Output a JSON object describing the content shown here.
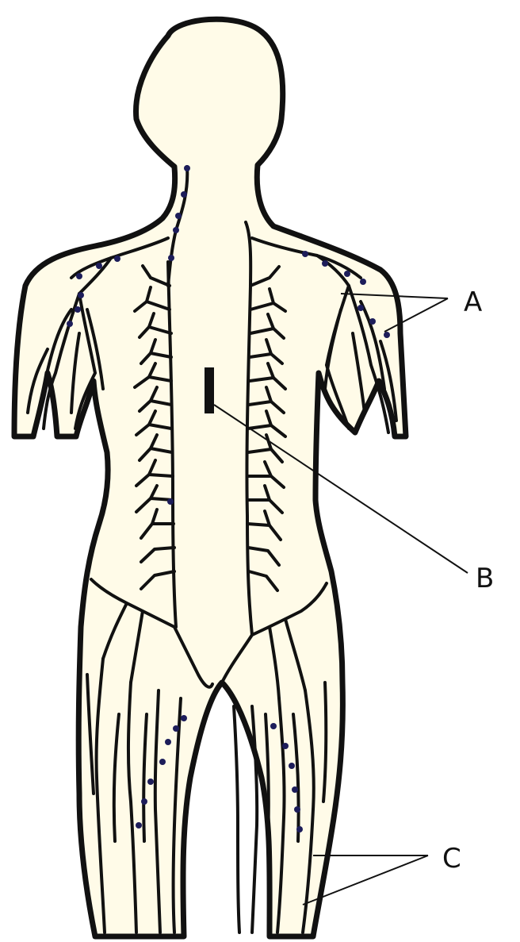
{
  "labels": {
    "a": "A",
    "b": "B",
    "c": "C",
    "marker": "I"
  },
  "colors": {
    "outline": "#111111",
    "skin": "#fffbe8",
    "node": "#1d1d5a",
    "background": "#ffffff"
  }
}
